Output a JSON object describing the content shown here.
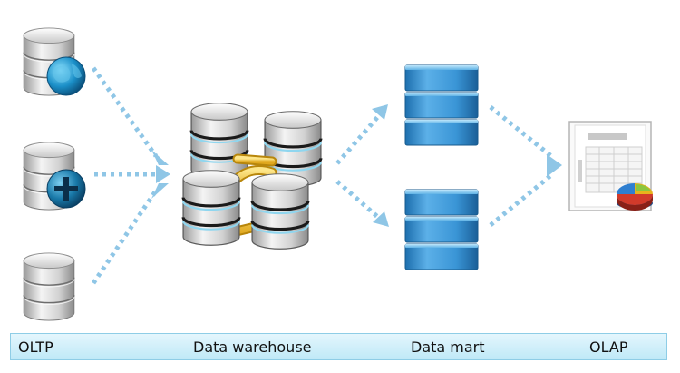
{
  "stages": {
    "oltp": "OLTP",
    "data_warehouse": "Data warehouse",
    "data_mart": "Data mart",
    "olap": "OLAP"
  },
  "icons": {
    "oltp_sources": [
      "database-globe-icon",
      "database-plus-icon",
      "database-icon"
    ],
    "warehouse": "database-cluster-icon",
    "marts": [
      "blue-database-icon",
      "blue-database-icon"
    ],
    "olap": "report-pie-chart-icon"
  },
  "colors": {
    "arrow": "#8fc6e6",
    "mart_blue": "#2a87c9",
    "label_bar": "#c9eef9",
    "connector": "#f2c94c"
  }
}
